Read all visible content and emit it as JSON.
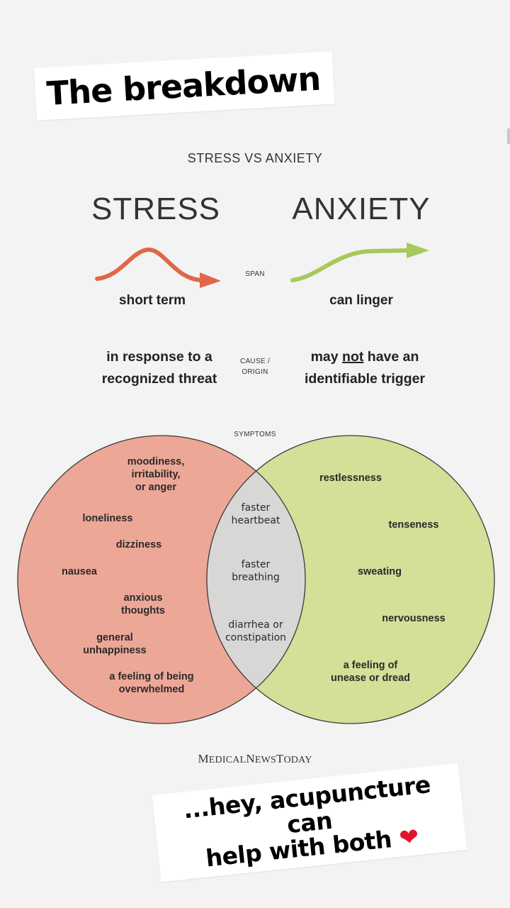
{
  "stickers": {
    "top": "The breakdown",
    "bottom_line1": "...hey, acupuncture can",
    "bottom_line2": "help with both",
    "heart_icon": "red-heart-emoji"
  },
  "infographic": {
    "subtitle": "STRESS VS ANXIETY",
    "stress_title": "STRESS",
    "anxiety_title": "ANXIETY",
    "span_label": "SPAN",
    "stress_span": "short term",
    "anxiety_span": "can linger",
    "cause_label_line1": "CAUSE /",
    "cause_label_line2": "ORIGIN",
    "stress_cause_line1": "in response to a",
    "stress_cause_line2": "recognized threat",
    "anxiety_cause_pre": "may ",
    "anxiety_cause_emph": "not",
    "anxiety_cause_post": " have an",
    "anxiety_cause_line2": "identifiable trigger",
    "symptoms_label": "SYMPTOMS",
    "stress_symptoms": [
      {
        "line1": "moodiness,",
        "line2": "irritability,",
        "line3": "or anger"
      },
      {
        "line1": "loneliness"
      },
      {
        "line1": "dizziness"
      },
      {
        "line1": "nausea"
      },
      {
        "line1": "anxious",
        "line2": "thoughts"
      },
      {
        "line1": "general",
        "line2": "unhappiness"
      },
      {
        "line1": "a feeling of being",
        "line2": "overwhelmed"
      }
    ],
    "shared_symptoms": [
      {
        "line1": "faster",
        "line2": "heartbeat"
      },
      {
        "line1": "faster",
        "line2": "breathing"
      },
      {
        "line1": "diarrhea or",
        "line2": "constipation"
      }
    ],
    "anxiety_symptoms": [
      {
        "line1": "restlessness"
      },
      {
        "line1": "tenseness"
      },
      {
        "line1": "sweating"
      },
      {
        "line1": "nervousness"
      },
      {
        "line1": "a feeling of",
        "line2": "unease or dread"
      }
    ],
    "logo": {
      "m": "M",
      "edical": "EDICAL",
      "n": "N",
      "ews": "EWS",
      "t": "T",
      "oday": "ODAY"
    },
    "colors": {
      "stress": "#eda797",
      "stress_arrow": "#e0674a",
      "anxiety": "#d4df97",
      "anxiety_arrow": "#a8c85a",
      "overlap": "#d9d6d6",
      "outline": "#3a3a3a"
    }
  }
}
